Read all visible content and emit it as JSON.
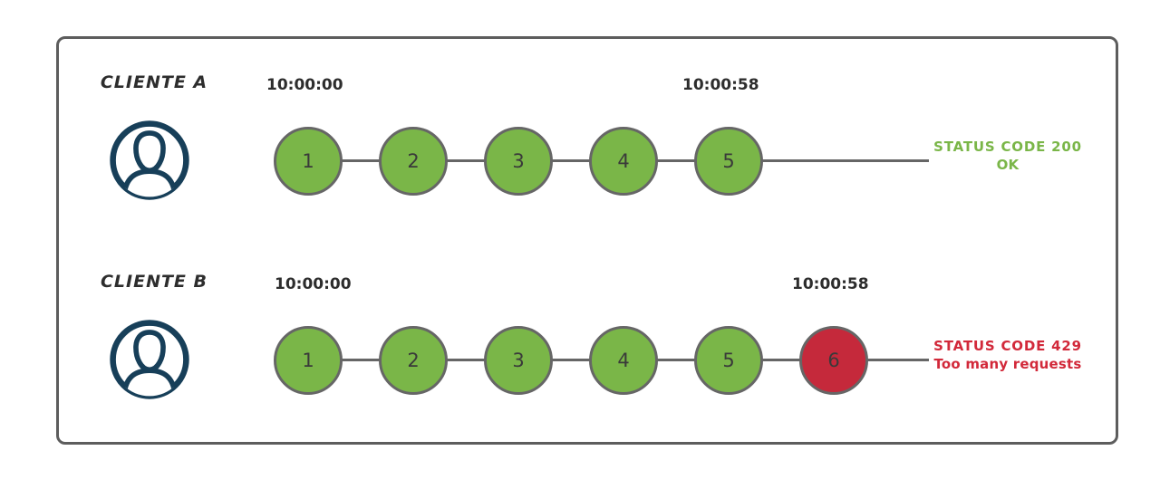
{
  "rows": [
    {
      "client": "CLIENTE A",
      "start_time": "10:00:00",
      "end_time": "10:00:58",
      "requests": [
        {
          "label": "1",
          "state": "success"
        },
        {
          "label": "2",
          "state": "success"
        },
        {
          "label": "3",
          "state": "success"
        },
        {
          "label": "4",
          "state": "success"
        },
        {
          "label": "5",
          "state": "success"
        }
      ],
      "status": {
        "line1": "STATUS CODE 200",
        "line2": "OK",
        "type": "success"
      }
    },
    {
      "client": "CLIENTE B",
      "start_time": "10:00:00",
      "end_time": "10:00:58",
      "requests": [
        {
          "label": "1",
          "state": "success"
        },
        {
          "label": "2",
          "state": "success"
        },
        {
          "label": "3",
          "state": "success"
        },
        {
          "label": "4",
          "state": "success"
        },
        {
          "label": "5",
          "state": "success"
        },
        {
          "label": "6",
          "state": "error"
        }
      ],
      "status": {
        "line1": "STATUS CODE 429",
        "line2": "Too many requests",
        "type": "error"
      }
    }
  ],
  "icons": {
    "client": "user-avatar-icon"
  },
  "colors": {
    "success": "#7ab648",
    "error": "#c5293b",
    "status-success-text": "#7ab648",
    "status-error-text": "#d2293a",
    "line": "#666666",
    "frame-border": "#5d5d5d",
    "avatar": "#173f59",
    "text-dark": "#2d2d2d"
  }
}
